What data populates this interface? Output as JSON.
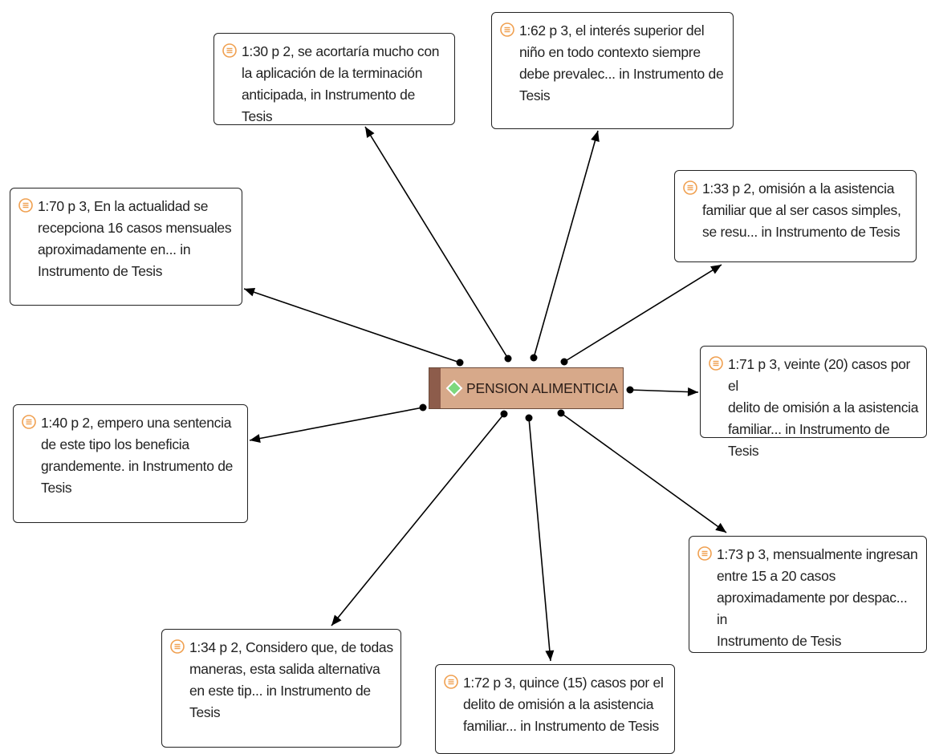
{
  "colors": {
    "code_fill": "#d7a98a",
    "code_strip": "#8d5c4b",
    "code_diamond": "#7dd87d",
    "quote_icon": "#f0a050",
    "line": "#000000"
  },
  "central_code": {
    "label": "PENSION ALIMENTICIA",
    "icon": "green-diamond-icon"
  },
  "quotes": [
    {
      "id": "q130",
      "text": "1:30 p 2, se acortaría mucho con\nla aplicación de la terminación\nanticipada, in Instrumento de Tesis",
      "icon": "quotation-icon"
    },
    {
      "id": "q162",
      "text": "1:62 p 3, el interés superior del\nniño   en todo contexto siempre\ndebe  prevalec... in Instrumento de\nTesis",
      "icon": "quotation-icon"
    },
    {
      "id": "q133",
      "text": "1:33 p 2, omisión a la   asistencia\nfamiliar que al ser casos   simples,\nse resu... in Instrumento de Tesis",
      "icon": "quotation-icon"
    },
    {
      "id": "q170",
      "text": "1:70 p 3, En la actualidad se\nrecepciona 16 casos   mensuales\naproximadamente en... in\nInstrumento de Tesis",
      "icon": "quotation-icon"
    },
    {
      "id": "q171",
      "text": "1:71 p 3, veinte (20) casos por el\ndelito de   omisión a la asistencia\nfamiliar... in Instrumento de Tesis",
      "icon": "quotation-icon"
    },
    {
      "id": "q140",
      "text": "1:40 p 2, empero una   sentencia\nde este tipo los beneficia\ngrandemente. in Instrumento de\nTesis",
      "icon": "quotation-icon"
    },
    {
      "id": "q173",
      "text": "1:73 p 3, mensualmente ingresan\nentre 15 a 20   casos\naproximadamente por despac... in\nInstrumento de Tesis",
      "icon": "quotation-icon"
    },
    {
      "id": "q134",
      "text": "1:34 p 2, Considero que, de todas\nmaneras, esta   salida alternativa\nen este tip... in Instrumento de\nTesis",
      "icon": "quotation-icon"
    },
    {
      "id": "q172",
      "text": "1:72 p 3, quince (15)  casos por el\ndelito de omisión a la asistencia\nfamiliar... in Instrumento de Tesis",
      "icon": "quotation-icon"
    }
  ]
}
